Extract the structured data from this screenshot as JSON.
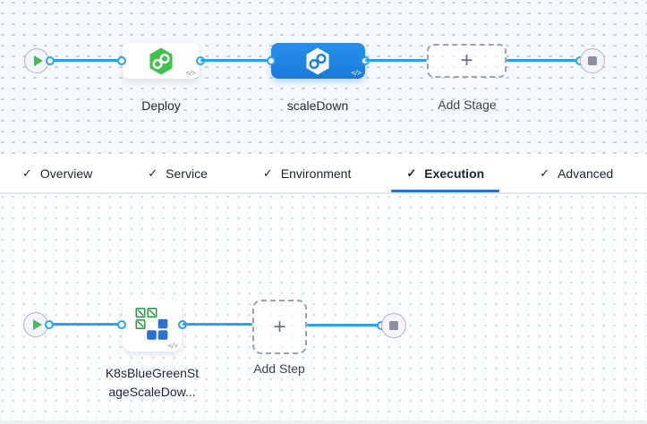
{
  "canvas": {
    "stage_flow": {
      "deploy_label": "Deploy",
      "scaledown_label": "scaleDown",
      "add_stage_label": "Add Stage"
    },
    "step_flow": {
      "step_label_line1": "K8sBlueGreenSt",
      "step_label_line2": "ageScaleDow...",
      "add_step_label": "Add Step"
    }
  },
  "tabs": {
    "items": [
      {
        "label": "Overview",
        "completed": true,
        "active": false
      },
      {
        "label": "Service",
        "completed": true,
        "active": false
      },
      {
        "label": "Environment",
        "completed": true,
        "active": false
      },
      {
        "label": "Execution",
        "completed": true,
        "active": true
      },
      {
        "label": "Advanced",
        "completed": true,
        "active": false
      }
    ]
  },
  "icons": {
    "check": "✓",
    "plus": "+",
    "code": "</>"
  },
  "colors": {
    "connector_blue": "#29a2ee",
    "selected_node_blue": "#1f82df",
    "tab_underline_blue": "#2d6fd2",
    "harness_green": "#3ec24e",
    "k8s_green": "#2f9e47",
    "k8s_blue": "#2a72d2",
    "canvas_top_bg": "#f5f9fc"
  }
}
